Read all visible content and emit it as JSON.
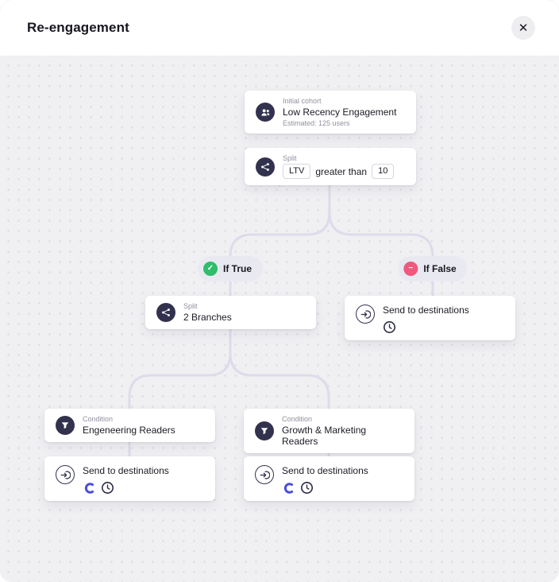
{
  "header": {
    "title": "Re-engagement",
    "close_glyph": "✕"
  },
  "flow": {
    "initial_cohort": {
      "label": "Initial cohort",
      "title": "Low Recency Engagement",
      "subtitle": "Estimated: 125 users"
    },
    "split_ltv": {
      "label": "Split",
      "left_chip": "LTV",
      "operator": "greater than",
      "right_chip": "10"
    },
    "if_true": {
      "label": "If True"
    },
    "if_false": {
      "label": "If False"
    },
    "split_branches": {
      "label": "Split",
      "title": "2 Branches"
    },
    "send_false": {
      "title": "Send to destinations"
    },
    "condition_left": {
      "label": "Condition",
      "title": "Engeneering Readers"
    },
    "condition_right": {
      "label": "Condition",
      "title": "Growth & Marketing Readers"
    },
    "send_left": {
      "title": "Send to destinations"
    },
    "send_right": {
      "title": "Send to destinations"
    }
  },
  "colors": {
    "true_accent": "#2dbd6b",
    "false_accent": "#f0587e",
    "icon_background": "#32324e",
    "connector": "#dcdcea"
  }
}
